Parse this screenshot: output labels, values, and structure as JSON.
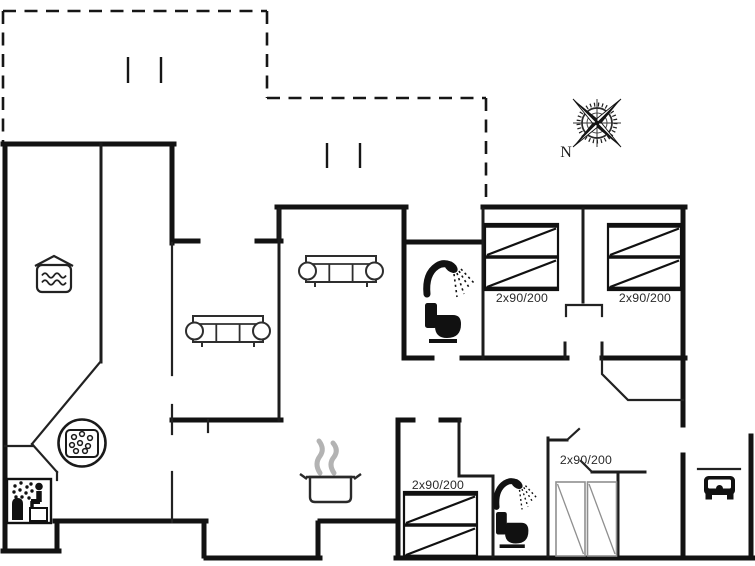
{
  "floor_plan": {
    "compass": {
      "label": "N"
    },
    "bed_labels": [
      {
        "room": "bedroom-top-left",
        "label": "2x90/200"
      },
      {
        "room": "bedroom-top-right",
        "label": "2x90/200"
      },
      {
        "room": "bedroom-bottom-left",
        "label": "2x90/200"
      },
      {
        "room": "bedroom-bottom-right",
        "label": "2x90/200"
      }
    ],
    "icons": [
      "compass-rose-icon",
      "water-tank-icon",
      "whirlpool-icon",
      "sauna-icon",
      "sofa-icon",
      "sofa-icon",
      "shower-icon",
      "toilet-icon",
      "shower-icon",
      "toilet-icon",
      "double-bed-icon",
      "double-bed-icon",
      "double-bed-icon",
      "bunk-bed-icon",
      "cooking-pot-icon",
      "car-icon"
    ],
    "colors": {
      "walls": "#121212",
      "bunk_bed": "#8f8f8f",
      "steam": "#b3b3b3",
      "background": "#ffffff",
      "text": "#2b2b2b"
    }
  }
}
